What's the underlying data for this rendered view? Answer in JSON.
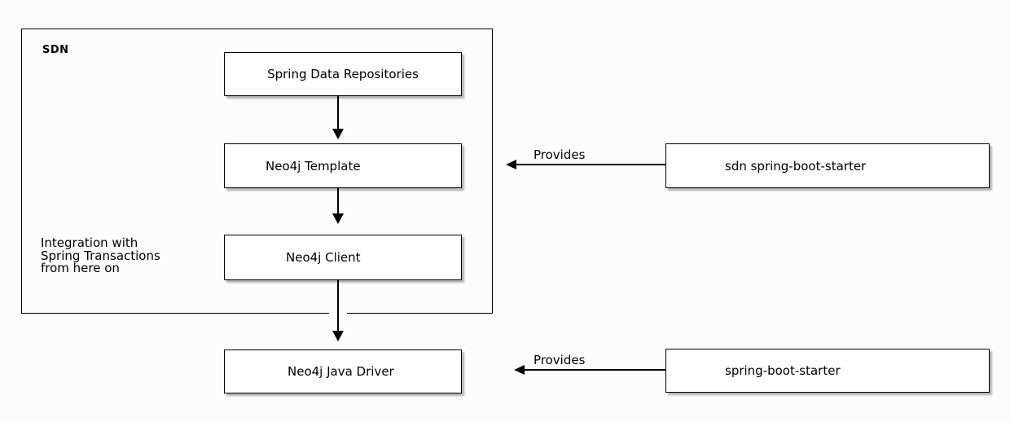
{
  "diagram": {
    "group": {
      "label": "SDN",
      "annotation_lines": [
        "Integration with",
        "Spring Transactions",
        "from here on"
      ]
    },
    "nodes": [
      {
        "id": "spring-data-repositories",
        "label": "Spring Data Repositories"
      },
      {
        "id": "neo4j-template",
        "label": "Neo4j Template"
      },
      {
        "id": "neo4j-client",
        "label": "Neo4j Client"
      },
      {
        "id": "neo4j-java-driver",
        "label": "Neo4j Java Driver"
      },
      {
        "id": "sdn-spring-boot-starter",
        "label": "sdn spring-boot-starter"
      },
      {
        "id": "spring-boot-starter",
        "label": "spring-boot-starter"
      }
    ],
    "edges": [
      {
        "from": "spring-data-repositories",
        "to": "neo4j-template",
        "label": ""
      },
      {
        "from": "neo4j-template",
        "to": "neo4j-client",
        "label": ""
      },
      {
        "from": "neo4j-client",
        "to": "neo4j-java-driver",
        "label": ""
      },
      {
        "from": "sdn-spring-boot-starter",
        "to": "neo4j-template",
        "label": "Provides"
      },
      {
        "from": "spring-boot-starter",
        "to": "neo4j-java-driver",
        "label": "Provides"
      }
    ]
  },
  "colors": {
    "background": "#fcfcfc",
    "node_fill": "#fefefe",
    "stroke": "#000000",
    "shadow": "#b3b3b3"
  }
}
